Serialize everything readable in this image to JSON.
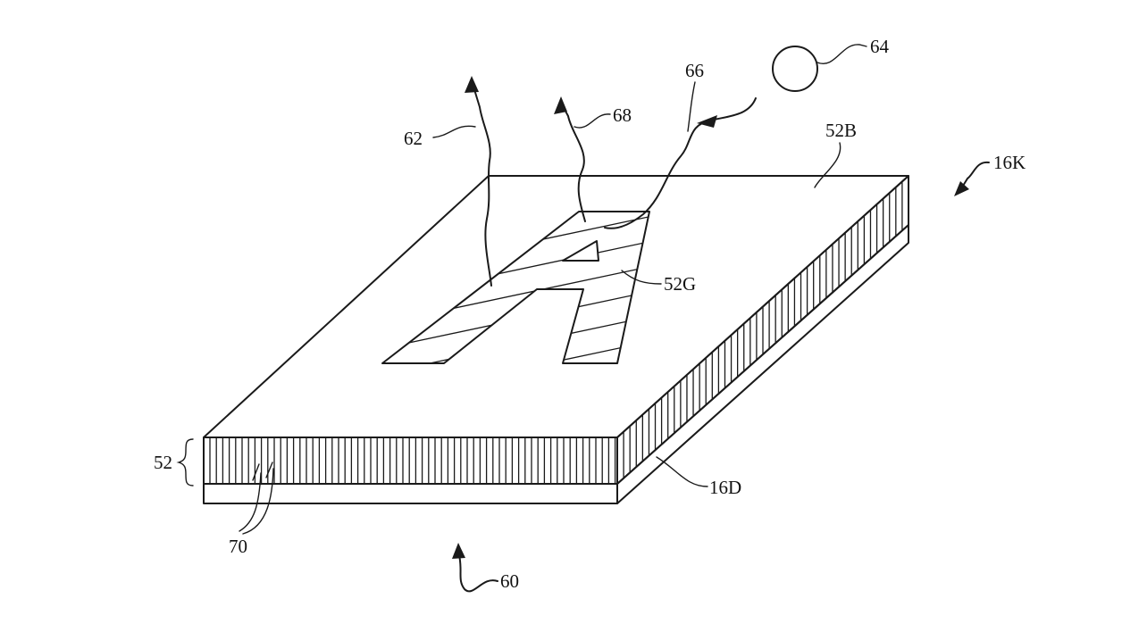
{
  "labels": {
    "ref_64": "64",
    "ref_66": "66",
    "ref_68": "68",
    "ref_62": "62",
    "ref_52b": "52B",
    "ref_16k": "16K",
    "ref_52g": "52G",
    "ref_52": "52",
    "ref_16d": "16D",
    "ref_70": "70",
    "ref_60": "60"
  }
}
